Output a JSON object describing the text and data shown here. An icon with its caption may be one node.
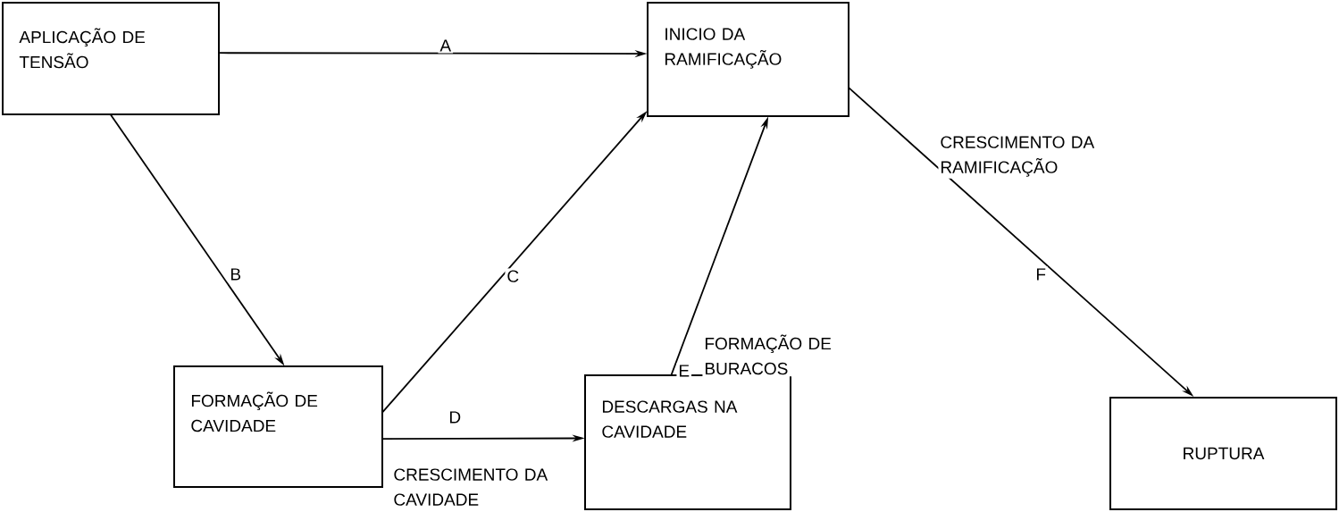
{
  "diagram": {
    "nodes": [
      {
        "text": [
          "APLICAÇÃO DE TENSÃO"
        ]
      },
      {
        "text": [
          "INICIO DA RAMIFICAÇÃO"
        ]
      },
      {
        "text": [
          "FORMAÇÃO DE CAVIDADE"
        ]
      },
      {
        "text": [
          "DESCARGAS NA CAVIDADE"
        ]
      },
      {
        "text": [
          "RUPTURA"
        ]
      }
    ],
    "edges": [
      {
        "from": 0,
        "to": 1,
        "arrow": "to",
        "label": "A"
      },
      {
        "from": 0,
        "to": 2,
        "arrow": "to",
        "label": "B"
      },
      {
        "from": 2,
        "to": 1,
        "arrow": "to",
        "label": "C"
      },
      {
        "from": 2,
        "to": 3,
        "arrow": "to",
        "label": "D"
      },
      {
        "from": 3,
        "to": 1,
        "arrow": "to",
        "label": "E"
      },
      {
        "from": 1,
        "to": 4,
        "arrow": "to",
        "label": "F"
      }
    ],
    "labels": [
      "CRESCIMENTO DA CAVIDADE",
      "FORMAÇÃO DE BURACOS",
      "CRESCIMENTO DA RAMIFICAÇÃO"
    ]
  }
}
